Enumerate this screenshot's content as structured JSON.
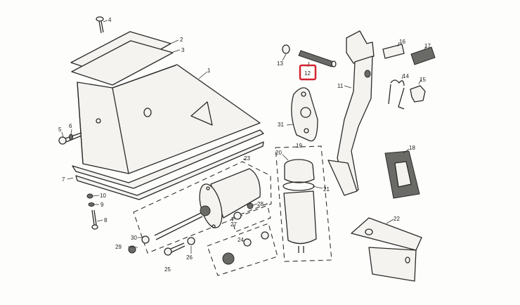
{
  "diagram": {
    "highlight_color": "#d3232e",
    "highlighted_part": "12",
    "callouts": {
      "p1": "1",
      "p2": "2",
      "p3": "3",
      "p4": "4",
      "p5": "5",
      "p6": "6",
      "p7": "7",
      "p8": "8",
      "p9": "9",
      "p10": "10",
      "p11": "11",
      "p12": "12",
      "p13": "13",
      "p14": "14",
      "p15": "15",
      "p16": "16",
      "p17": "17",
      "p18": "18",
      "p19": "19",
      "p20": "20",
      "p21": "21",
      "p22": "22",
      "p23": "23",
      "p24": "24",
      "p25": "25",
      "p26": "26",
      "p27": "27",
      "p28": "28",
      "p29": "29",
      "p30": "30",
      "p31": "31"
    }
  }
}
